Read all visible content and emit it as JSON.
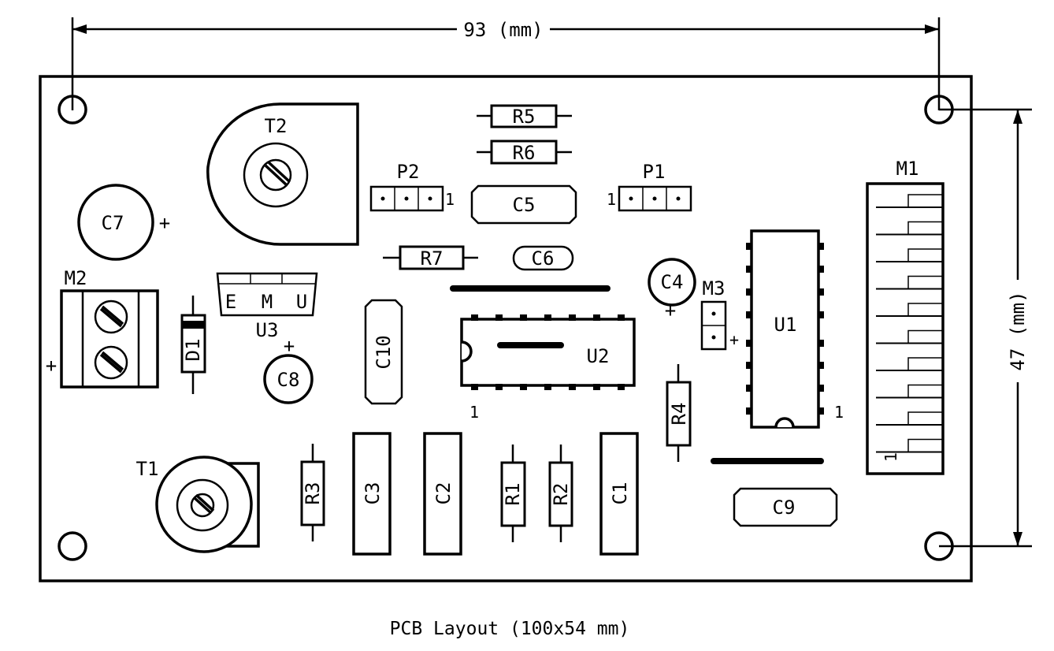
{
  "caption": "PCB Layout (100x54 mm)",
  "dimensions": {
    "width_label": "93 (mm)",
    "height_label": "47 (mm)"
  },
  "components": {
    "T2": "T2",
    "T1": "T1",
    "R5": "R5",
    "R6": "R6",
    "R7": "R7",
    "R3": "R3",
    "R1": "R1",
    "R2": "R2",
    "R4": "R4",
    "P2": "P2",
    "P1": "P1",
    "P2_pin1": "1",
    "P1_pin1": "1",
    "C5": "C5",
    "C6": "C6",
    "C7": "C7",
    "C7_plus": "+",
    "C4": "C4",
    "C4_plus": "+",
    "C8": "C8",
    "C8_plus": "+",
    "C10": "C10",
    "C3": "C3",
    "C2": "C2",
    "C1": "C1",
    "C9": "C9",
    "M1": "M1",
    "M1_pin1": "1",
    "M2": "M2",
    "M2_plus": "+",
    "M3": "M3",
    "M3_plus": "+",
    "U1": "U1",
    "U1_pin1": "1",
    "U2": "U2",
    "U2_pin1": "1",
    "U3": "U3",
    "U3_E": "E",
    "U3_M": "M",
    "U3_U": "U",
    "D1": "D1"
  }
}
